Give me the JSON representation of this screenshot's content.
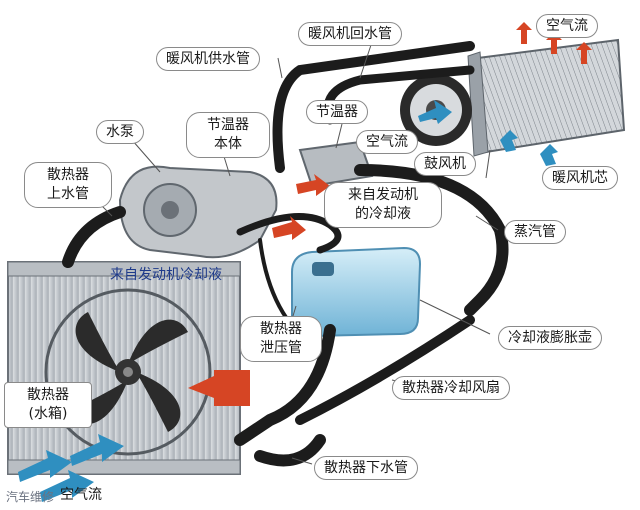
{
  "labels": {
    "heater_supply_pipe": "暖风机供水管",
    "heater_return_pipe": "暖风机回水管",
    "air_flow_top": "空气流",
    "water_pump": "水泵",
    "thermostat_body": "节温器\n本体",
    "thermostat": "节温器",
    "air_flow_mid": "空气流",
    "blower": "鼓风机",
    "heater_core": "暖风机芯",
    "radiator_inlet_pipe": "散热器\n上水管",
    "coolant_from_engine_1": "来自发动机\n的冷却液",
    "steam_pipe": "蒸汽管",
    "coolant_from_engine_2": "来自发动机冷却液",
    "radiator_relief_pipe": "散热器\n泄压管",
    "expansion_tank": "冷却液膨胀壶",
    "radiator": "散热器\n(水箱)",
    "radiator_fan": "散热器冷却风扇",
    "radiator_outlet_pipe": "散热器下水管",
    "air_flow_bottom": "空气流"
  },
  "watermark": "汽车维修",
  "colors": {
    "hose": "#1c1c1c",
    "arrow_red": "#d64524",
    "arrow_blue": "#2f8fc0",
    "tank": "#9ccfe6",
    "radiator": "#c9cdd1"
  }
}
